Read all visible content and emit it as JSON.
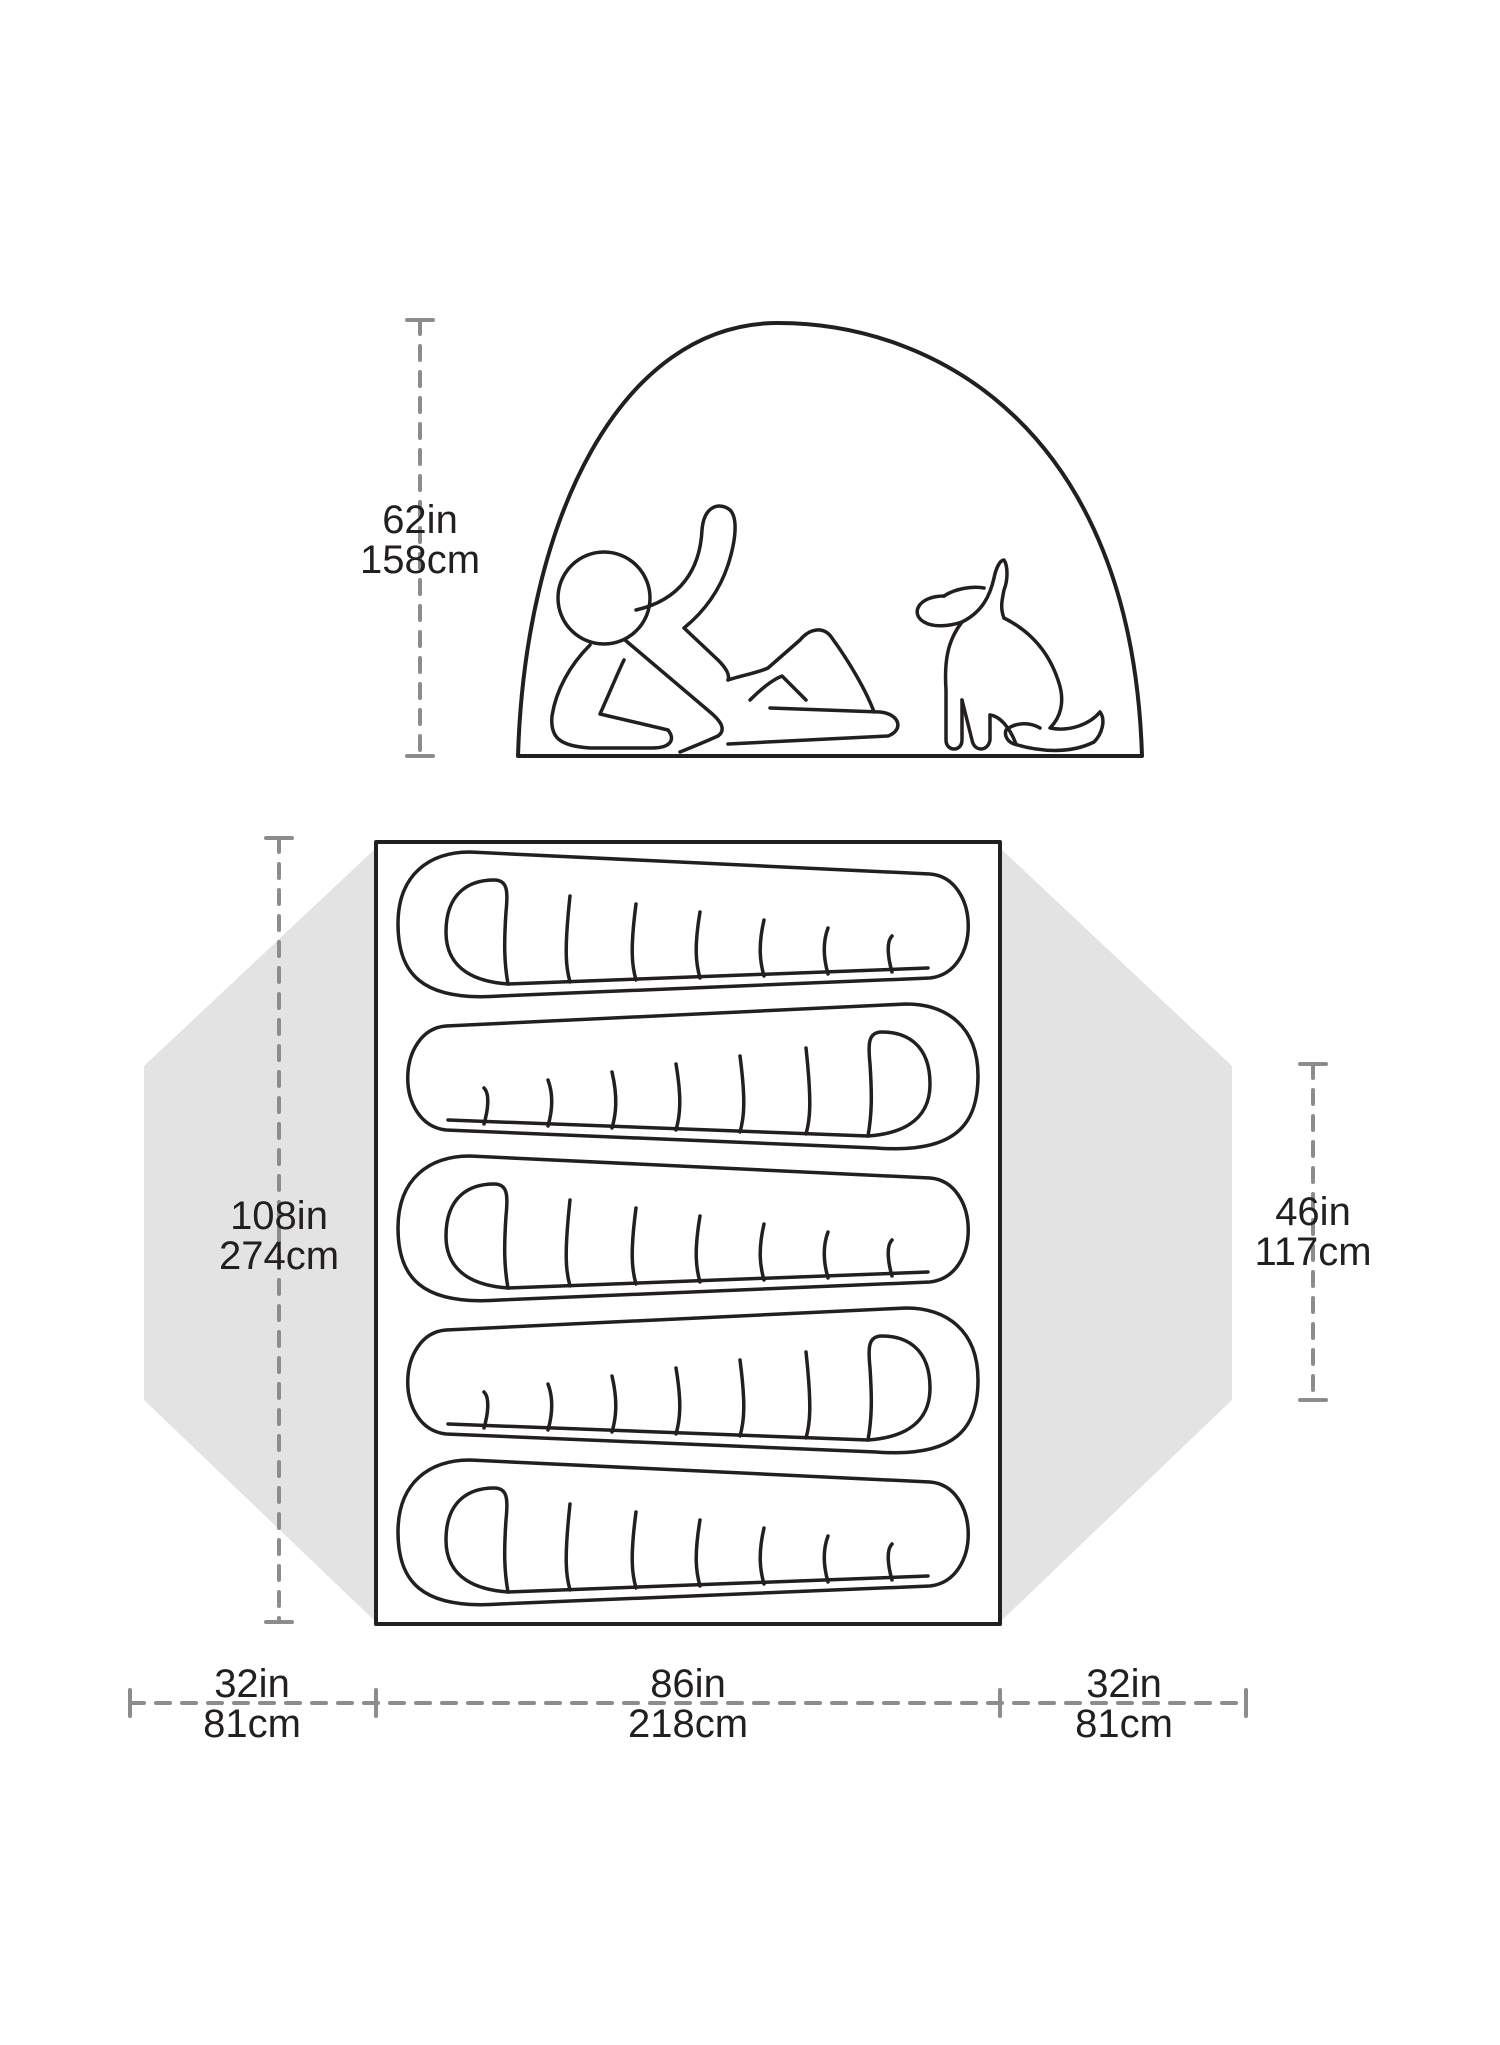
{
  "colors": {
    "outline": "#231f20",
    "dimension_line": "#8c8c8c",
    "vestibule_fill": "#e3e3e3",
    "background": "#ffffff"
  },
  "side_view": {
    "height": {
      "imperial": "62in",
      "metric": "158cm"
    }
  },
  "floor_plan": {
    "length": {
      "imperial": "108in",
      "metric": "274cm"
    },
    "vestibule_depth": {
      "imperial": "46in",
      "metric": "117cm"
    },
    "vestibule_left_width": {
      "imperial": "32in",
      "metric": "81cm"
    },
    "floor_width": {
      "imperial": "86in",
      "metric": "218cm"
    },
    "vestibule_right_width": {
      "imperial": "32in",
      "metric": "81cm"
    },
    "sleeping_bag_count": 5
  }
}
